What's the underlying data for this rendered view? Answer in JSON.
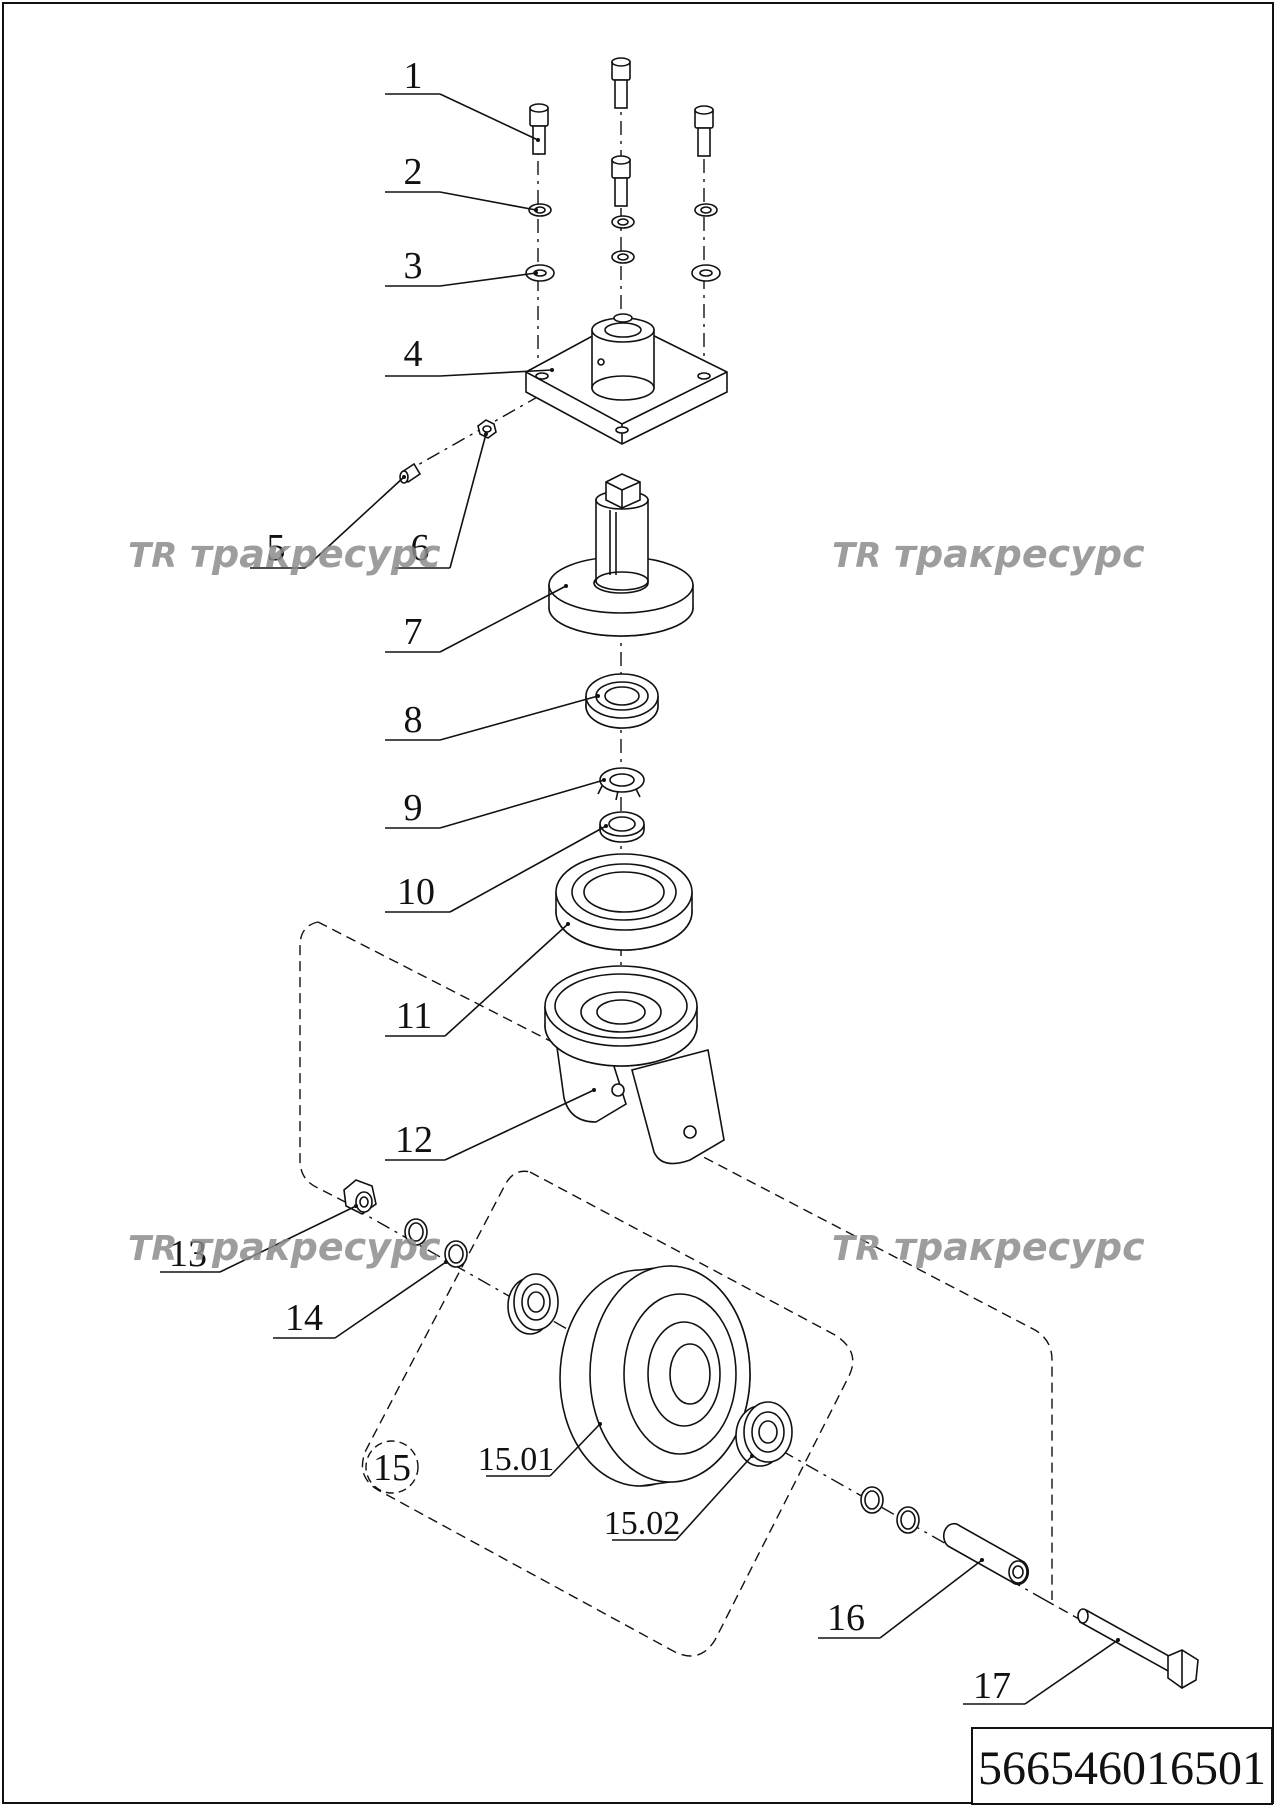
{
  "drawing": {
    "part_number": "566546016501",
    "watermark_logo": "TR",
    "watermark_text": "тракресурс",
    "callouts": [
      "1",
      "2",
      "3",
      "4",
      "5",
      "6",
      "7",
      "8",
      "9",
      "10",
      "11",
      "12",
      "13",
      "14",
      "15",
      "15.01",
      "15.02",
      "16",
      "17"
    ]
  }
}
